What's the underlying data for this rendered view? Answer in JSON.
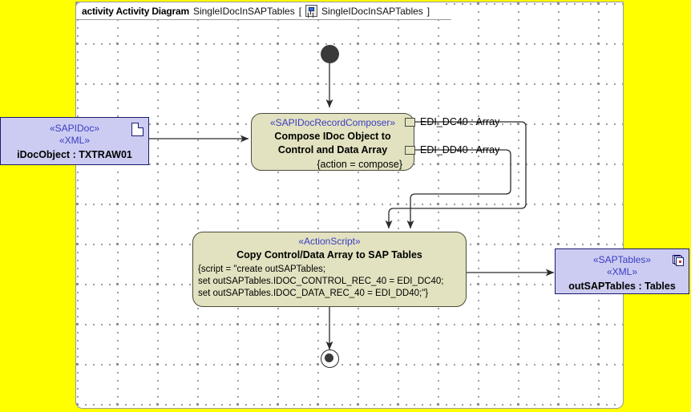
{
  "frame": {
    "keyword": "activity Activity Diagram",
    "name": "SingleIDocInSAPTables",
    "bracket_open": "[",
    "bracket_close": "]",
    "diagram_ref": "SingleIDocInSAPTables",
    "icon": "activity-diagram-icon",
    "background": "#ffffff",
    "border_color": "#9a9a9a"
  },
  "canvas": {
    "background": "#ffff00",
    "grid": "dotted"
  },
  "nodes": {
    "input_object": {
      "stereotype1": "«SAPIDoc»",
      "stereotype2": "«XML»",
      "label": "iDocObject : TXTRAW01",
      "icon": "document-icon",
      "fill": "#ccccf2",
      "stroke": "#1a1a6e"
    },
    "compose_action": {
      "stereotype": "«SAPIDocRecordComposer»",
      "title_line1": "Compose IDoc Object to",
      "title_line2": "Control and Data Array",
      "constraint": "{action = compose}",
      "fill": "#e2e2c0",
      "stroke": "#4a4a3c"
    },
    "script_action": {
      "stereotype": "«ActionScript»",
      "title": "Copy Control/Data Array to SAP Tables",
      "script_line1": "{script = \"create outSAPTables;",
      "script_line2": "set outSAPTables.IDOC_CONTROL_REC_40 = EDI_DC40;",
      "script_line3": "set outSAPTables.IDOC_DATA_REC_40 = EDI_DD40;\"}",
      "fill": "#e2e2c0",
      "stroke": "#4a4a3c"
    },
    "output_object": {
      "stereotype1": "«SAPTables»",
      "stereotype2": "«XML»",
      "label": "outSAPTables : Tables",
      "icon": "stacked-pages-icon",
      "fill": "#ccccf2",
      "stroke": "#1a1a6e"
    },
    "initial": {
      "name": "initial-node",
      "fill": "#3a3a3a"
    },
    "final": {
      "name": "activity-final-node",
      "fill": "#3a3a3a"
    }
  },
  "pins": [
    {
      "label": "EDI_DC40 : Array"
    },
    {
      "label": "EDI_DD40 : Array"
    }
  ]
}
